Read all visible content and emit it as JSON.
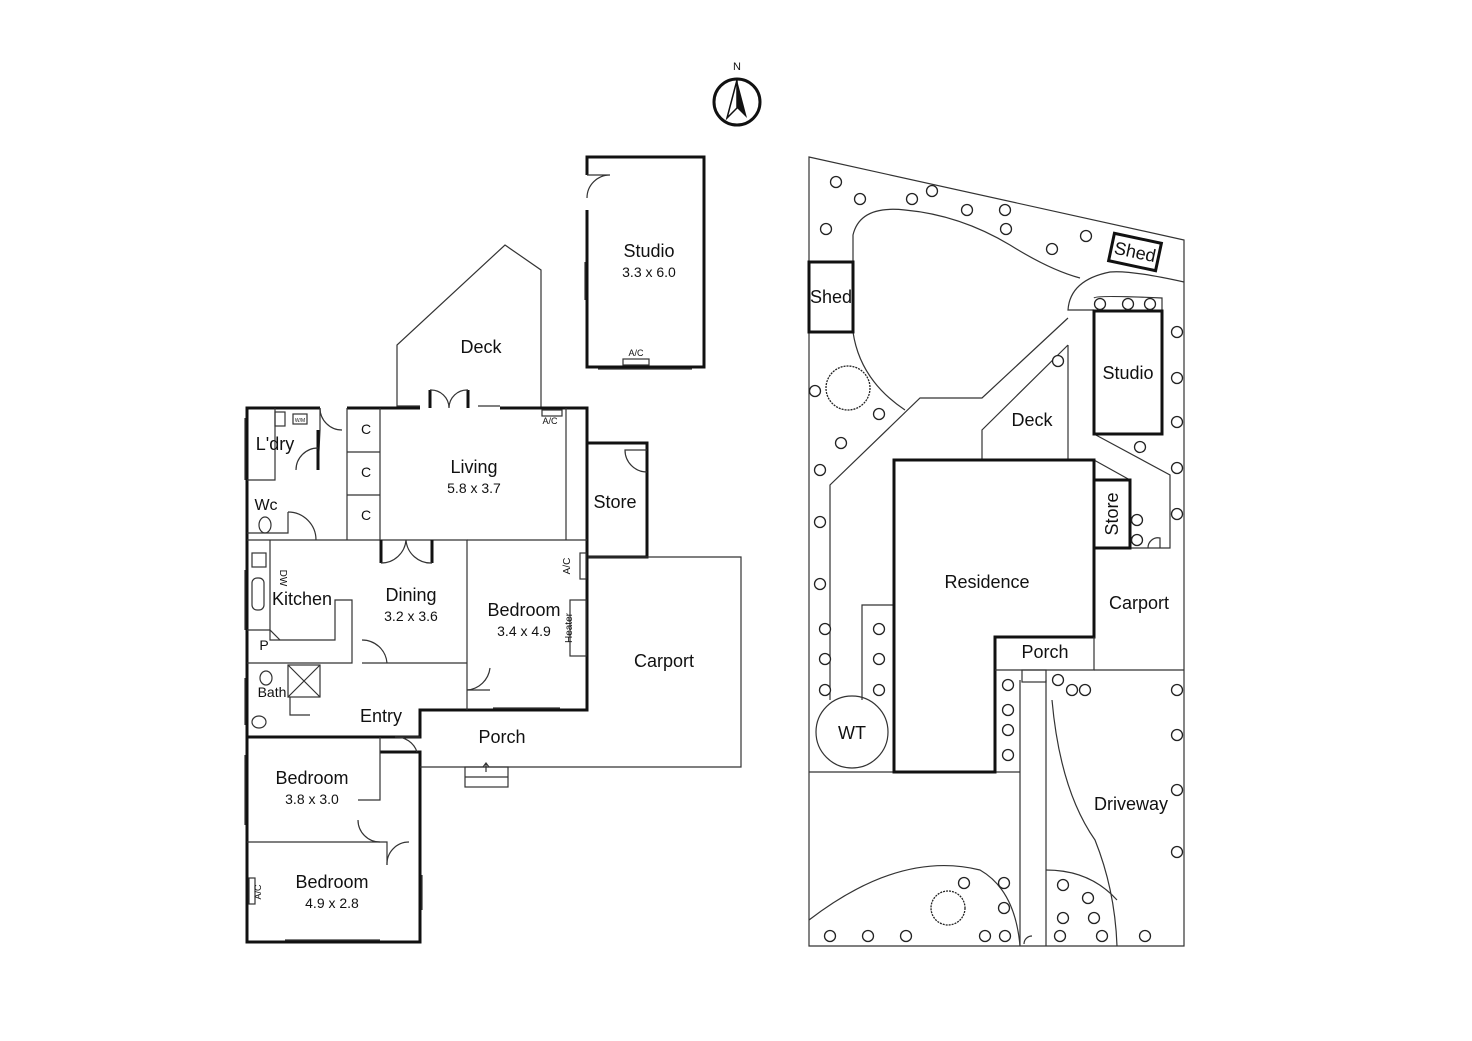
{
  "compass": {
    "label": "N"
  },
  "floor_plan": {
    "studio": {
      "name": "Studio",
      "size": "3.3 x 6.0",
      "ac": "A/C"
    },
    "deck": {
      "name": "Deck"
    },
    "laundry": {
      "name": "L'dry",
      "appliance": "W/M"
    },
    "wc": {
      "name": "Wc"
    },
    "cupboards": [
      "C",
      "C",
      "C"
    ],
    "living": {
      "name": "Living",
      "size": "5.8 x 3.7",
      "ac": "A/C"
    },
    "store": {
      "name": "Store"
    },
    "kitchen": {
      "name": "Kitchen",
      "dw": "DW",
      "pantry": "P"
    },
    "dining": {
      "name": "Dining",
      "size": "3.2 x 3.6"
    },
    "bedroom1": {
      "name": "Bedroom",
      "size": "3.4 x 4.9",
      "ac": "A/C",
      "heater": "Heater"
    },
    "carport": {
      "name": "Carport"
    },
    "bath": {
      "name": "Bath"
    },
    "entry": {
      "name": "Entry"
    },
    "porch": {
      "name": "Porch"
    },
    "bedroom2": {
      "name": "Bedroom",
      "size": "3.8 x 3.0"
    },
    "bedroom3": {
      "name": "Bedroom",
      "size": "4.9 x 2.8",
      "ac": "A/C"
    }
  },
  "site_plan": {
    "shed_left": "Shed",
    "shed_right": "Shed",
    "studio": "Studio",
    "deck": "Deck",
    "store": "Store",
    "residence": "Residence",
    "carport": "Carport",
    "porch": "Porch",
    "water_tank": "WT",
    "driveway": "Driveway"
  }
}
